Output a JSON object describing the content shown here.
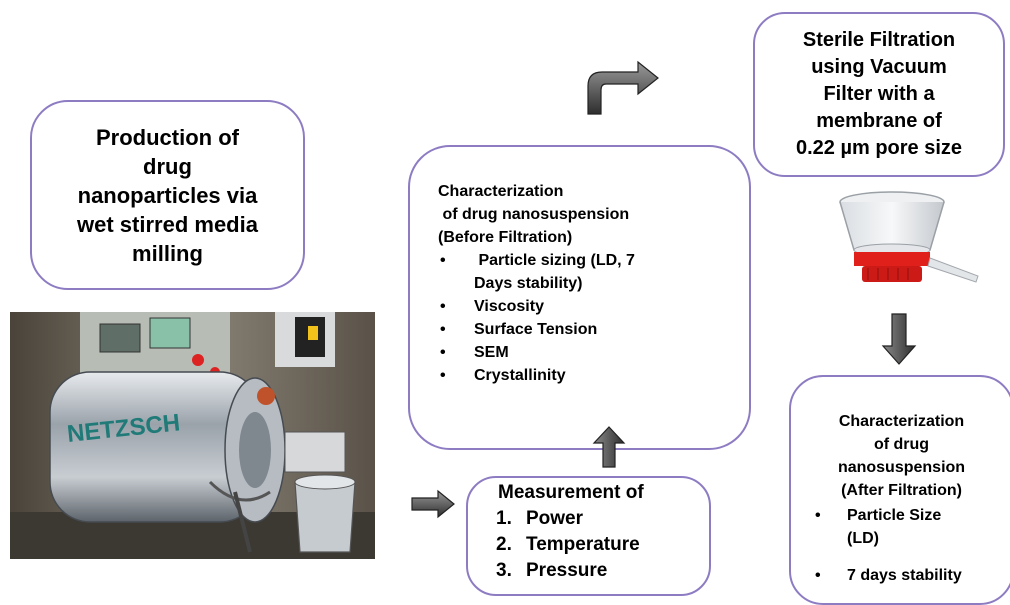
{
  "production": {
    "lines": [
      "Production of",
      "drug",
      "nanoparticles via",
      "wet stirred media",
      "milling"
    ]
  },
  "sterile": {
    "lines": [
      "Sterile Filtration",
      "using Vacuum",
      "Filter with a",
      "membrane of",
      "0.22 µm pore size"
    ]
  },
  "char_before": {
    "title_lines": [
      "Characterization",
      " of drug nanosuspension",
      "(Before Filtration)"
    ],
    "items": [
      {
        "lines": [
          " Particle sizing (LD, 7",
          "Days stability)"
        ]
      },
      {
        "lines": [
          "Viscosity"
        ]
      },
      {
        "lines": [
          "Surface Tension"
        ]
      },
      {
        "lines": [
          "SEM"
        ]
      },
      {
        "lines": [
          "Crystallinity"
        ]
      }
    ]
  },
  "measure": {
    "title": "Measurement of",
    "items": [
      {
        "num": "1.",
        "label": "Power"
      },
      {
        "num": "2.",
        "label": "Temperature"
      },
      {
        "num": "3.",
        "label": "Pressure"
      }
    ]
  },
  "char_after": {
    "title_lines": [
      "Characterization",
      "of drug",
      "nanosuspension",
      "(After Filtration)"
    ],
    "items": [
      {
        "lines": [
          "Particle Size",
          "(LD)"
        ]
      },
      {
        "lines": [
          "7 days stability"
        ]
      }
    ]
  },
  "photo": {
    "brand_text": "NETZSCH"
  },
  "colors": {
    "box_border": "#8e7cc3",
    "arrow_fill": "#4a4a4a",
    "filter_cap": "#e0201b"
  }
}
